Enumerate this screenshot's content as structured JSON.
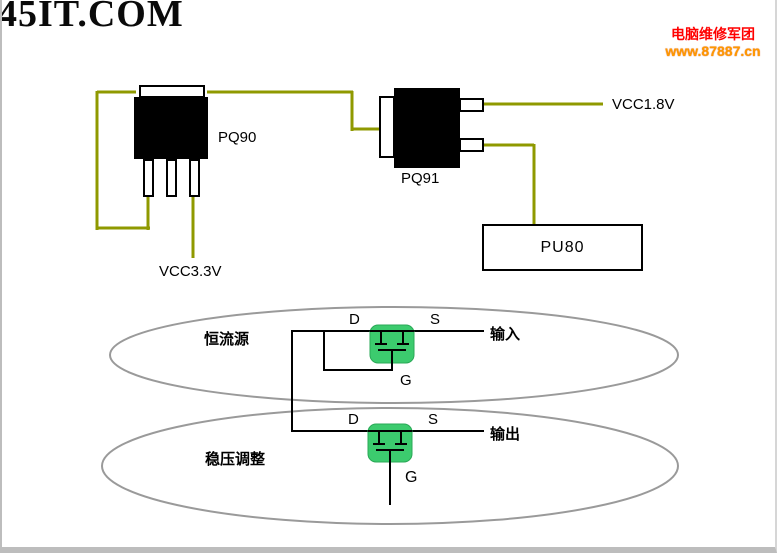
{
  "colors": {
    "wire": "#8F9900",
    "mosfet_highlight": "#3CCB6E",
    "brand_red": "#FF0000",
    "brand_orange": "#FF9900",
    "ellipse_gray": "#9A9A9A"
  },
  "watermark": "45IT.COM",
  "brand": {
    "line1": "电脑维修军团",
    "line2": "www.87887.cn"
  },
  "upper": {
    "pq90_label": "PQ90",
    "pq91_label": "PQ91",
    "pu80_label": "PU80",
    "vcc18_label": "VCC1.8V",
    "vcc33_label": "VCC3.3V"
  },
  "lower": {
    "stage1": {
      "title": "恒流源",
      "drain": "D",
      "source": "S",
      "gate": "G",
      "port": "输入"
    },
    "stage2": {
      "title": "稳压调整",
      "drain": "D",
      "source": "S",
      "gate": "G",
      "port": "输出"
    }
  }
}
